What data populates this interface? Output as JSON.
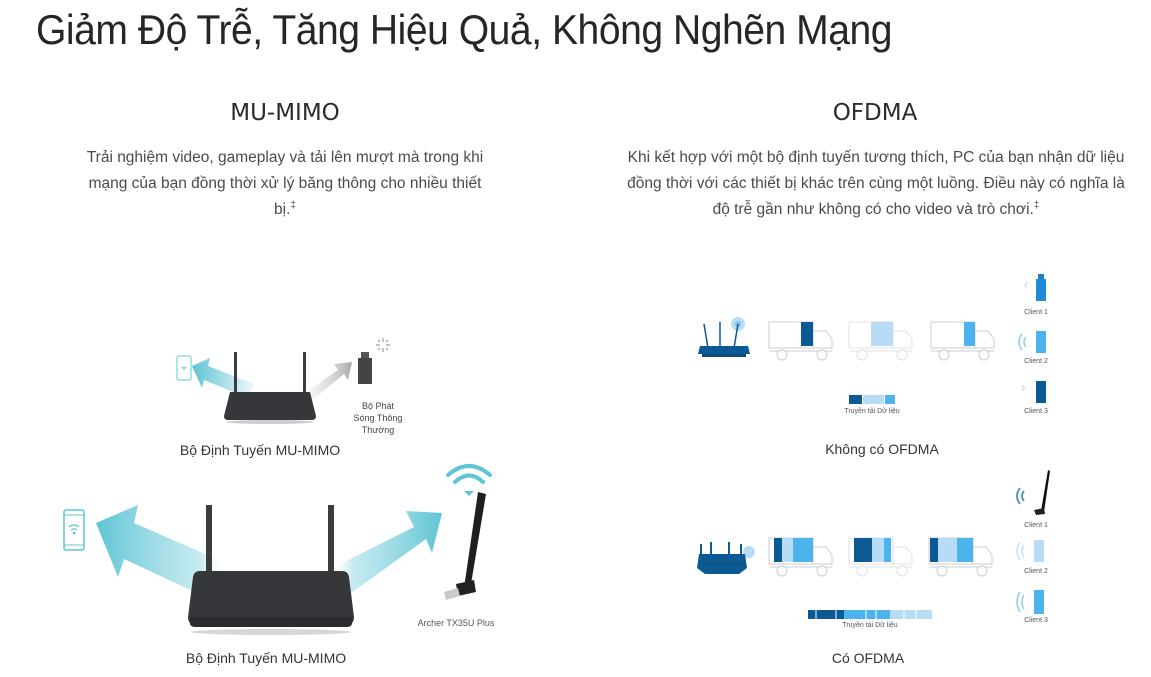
{
  "header": {
    "title": "Giảm Độ Trễ, Tăng Hiệu Quả, Không Nghẽn Mạng"
  },
  "mu_mimo": {
    "title": "MU-MIMO",
    "description": "Trải nghiệm video, gameplay và tải lên mượt mà trong khi mạng của bạn đồng thời xử lý băng thông cho nhiều thiết bị.",
    "footnote_mark": "‡",
    "diagram_top": {
      "caption": "Bộ Định Tuyến MU-MIMO",
      "adapter_label_line1": "Bộ Phát",
      "adapter_label_line2": "Sóng Thông",
      "adapter_label_line3": "Thường"
    },
    "diagram_bottom": {
      "caption": "Bộ Định Tuyến MU-MIMO",
      "adapter_label": "Archer TX35U Plus"
    }
  },
  "ofdma": {
    "title": "OFDMA",
    "description": "Khi kết hợp với một bộ định tuyến tương thích, PC của bạn nhận dữ liệu đồng thời với các thiết bị khác trên cùng một luồng. Điều này có nghĩa là độ trễ gần như không có cho video và trò chơi.",
    "footnote_mark": "‡",
    "diagram_without": {
      "caption": "Không có OFDMA",
      "legend_label": "Truyền tải Dữ liệu",
      "clients": [
        "Client 1",
        "Client 2",
        "Client 3"
      ]
    },
    "diagram_with": {
      "caption": "Có OFDMA",
      "legend_label": "Truyền tải Dữ liệu",
      "clients": [
        "Client 1",
        "Client 2",
        "Client 3"
      ]
    }
  },
  "colors": {
    "dark_blue": "#0b5a94",
    "mid_blue": "#4db3ef",
    "light_blue": "#b8dcf5",
    "teal_arrow": "#5fc4d4",
    "router_dark": "#333538",
    "title_text": "#25252a"
  }
}
